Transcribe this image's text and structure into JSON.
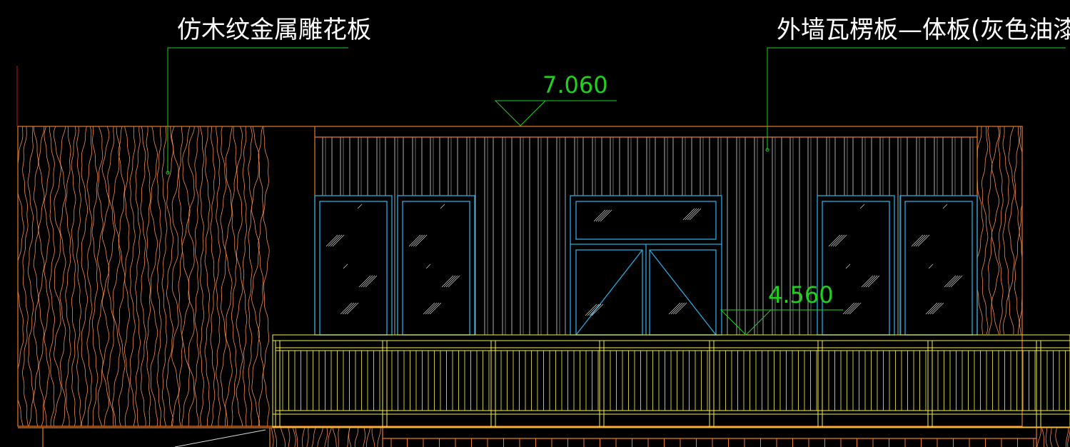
{
  "drawing": {
    "label_left": "仿木纹金属雕花板",
    "label_right": "外墙瓦楞板—体板(灰色油漆)",
    "elevation_top": "7.060",
    "elevation_mid": "4.560"
  },
  "colors": {
    "background": "#000000",
    "outline": "#E87A28",
    "wood_grain": "#F08A50",
    "cladding": "#D8D8D8",
    "window": "#2AA8E0",
    "railing": "#F5F04A",
    "annotation": "#1FD01F",
    "label_text": "#FFFFFF",
    "red_line": "#C01818"
  }
}
